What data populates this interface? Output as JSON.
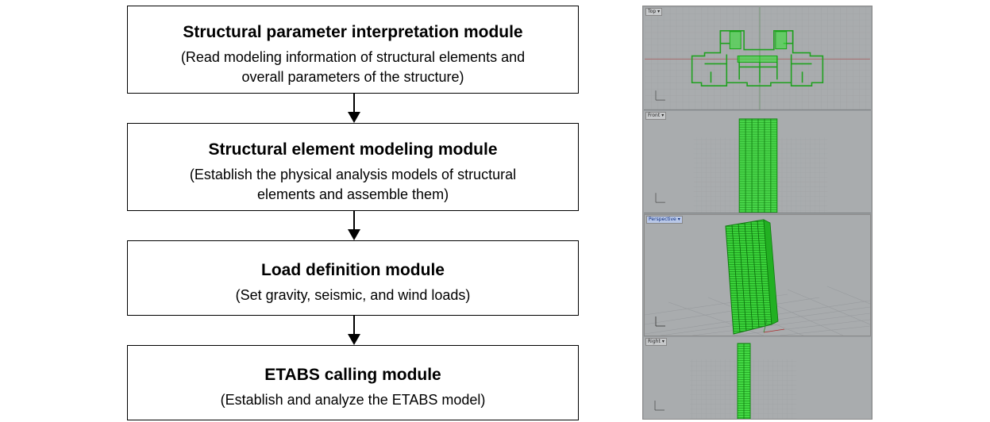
{
  "flowchart": {
    "modules": [
      {
        "title": "Structural parameter interpretation module",
        "desc_line1": "(Read modeling information of structural elements and",
        "desc_line2": "overall parameters of the structure)"
      },
      {
        "title": "Structural element modeling module",
        "desc_line1": "(Establish the physical analysis models of structural",
        "desc_line2": "elements and assemble them)"
      },
      {
        "title": "Load definition module",
        "desc_line1": "(Set gravity, seismic, and wind loads)"
      },
      {
        "title": "ETABS calling module",
        "desc_line1": "(Establish and analyze the ETABS model)"
      }
    ]
  },
  "viewports": {
    "top_label": "Top",
    "front_label": "Front",
    "perspective_label": "Perspective",
    "right_label": "Right",
    "dropdown_glyph": "▾",
    "model_color": "#1fbf1f",
    "background_color": "#a9acae",
    "grid_color": "#9a9da0"
  }
}
